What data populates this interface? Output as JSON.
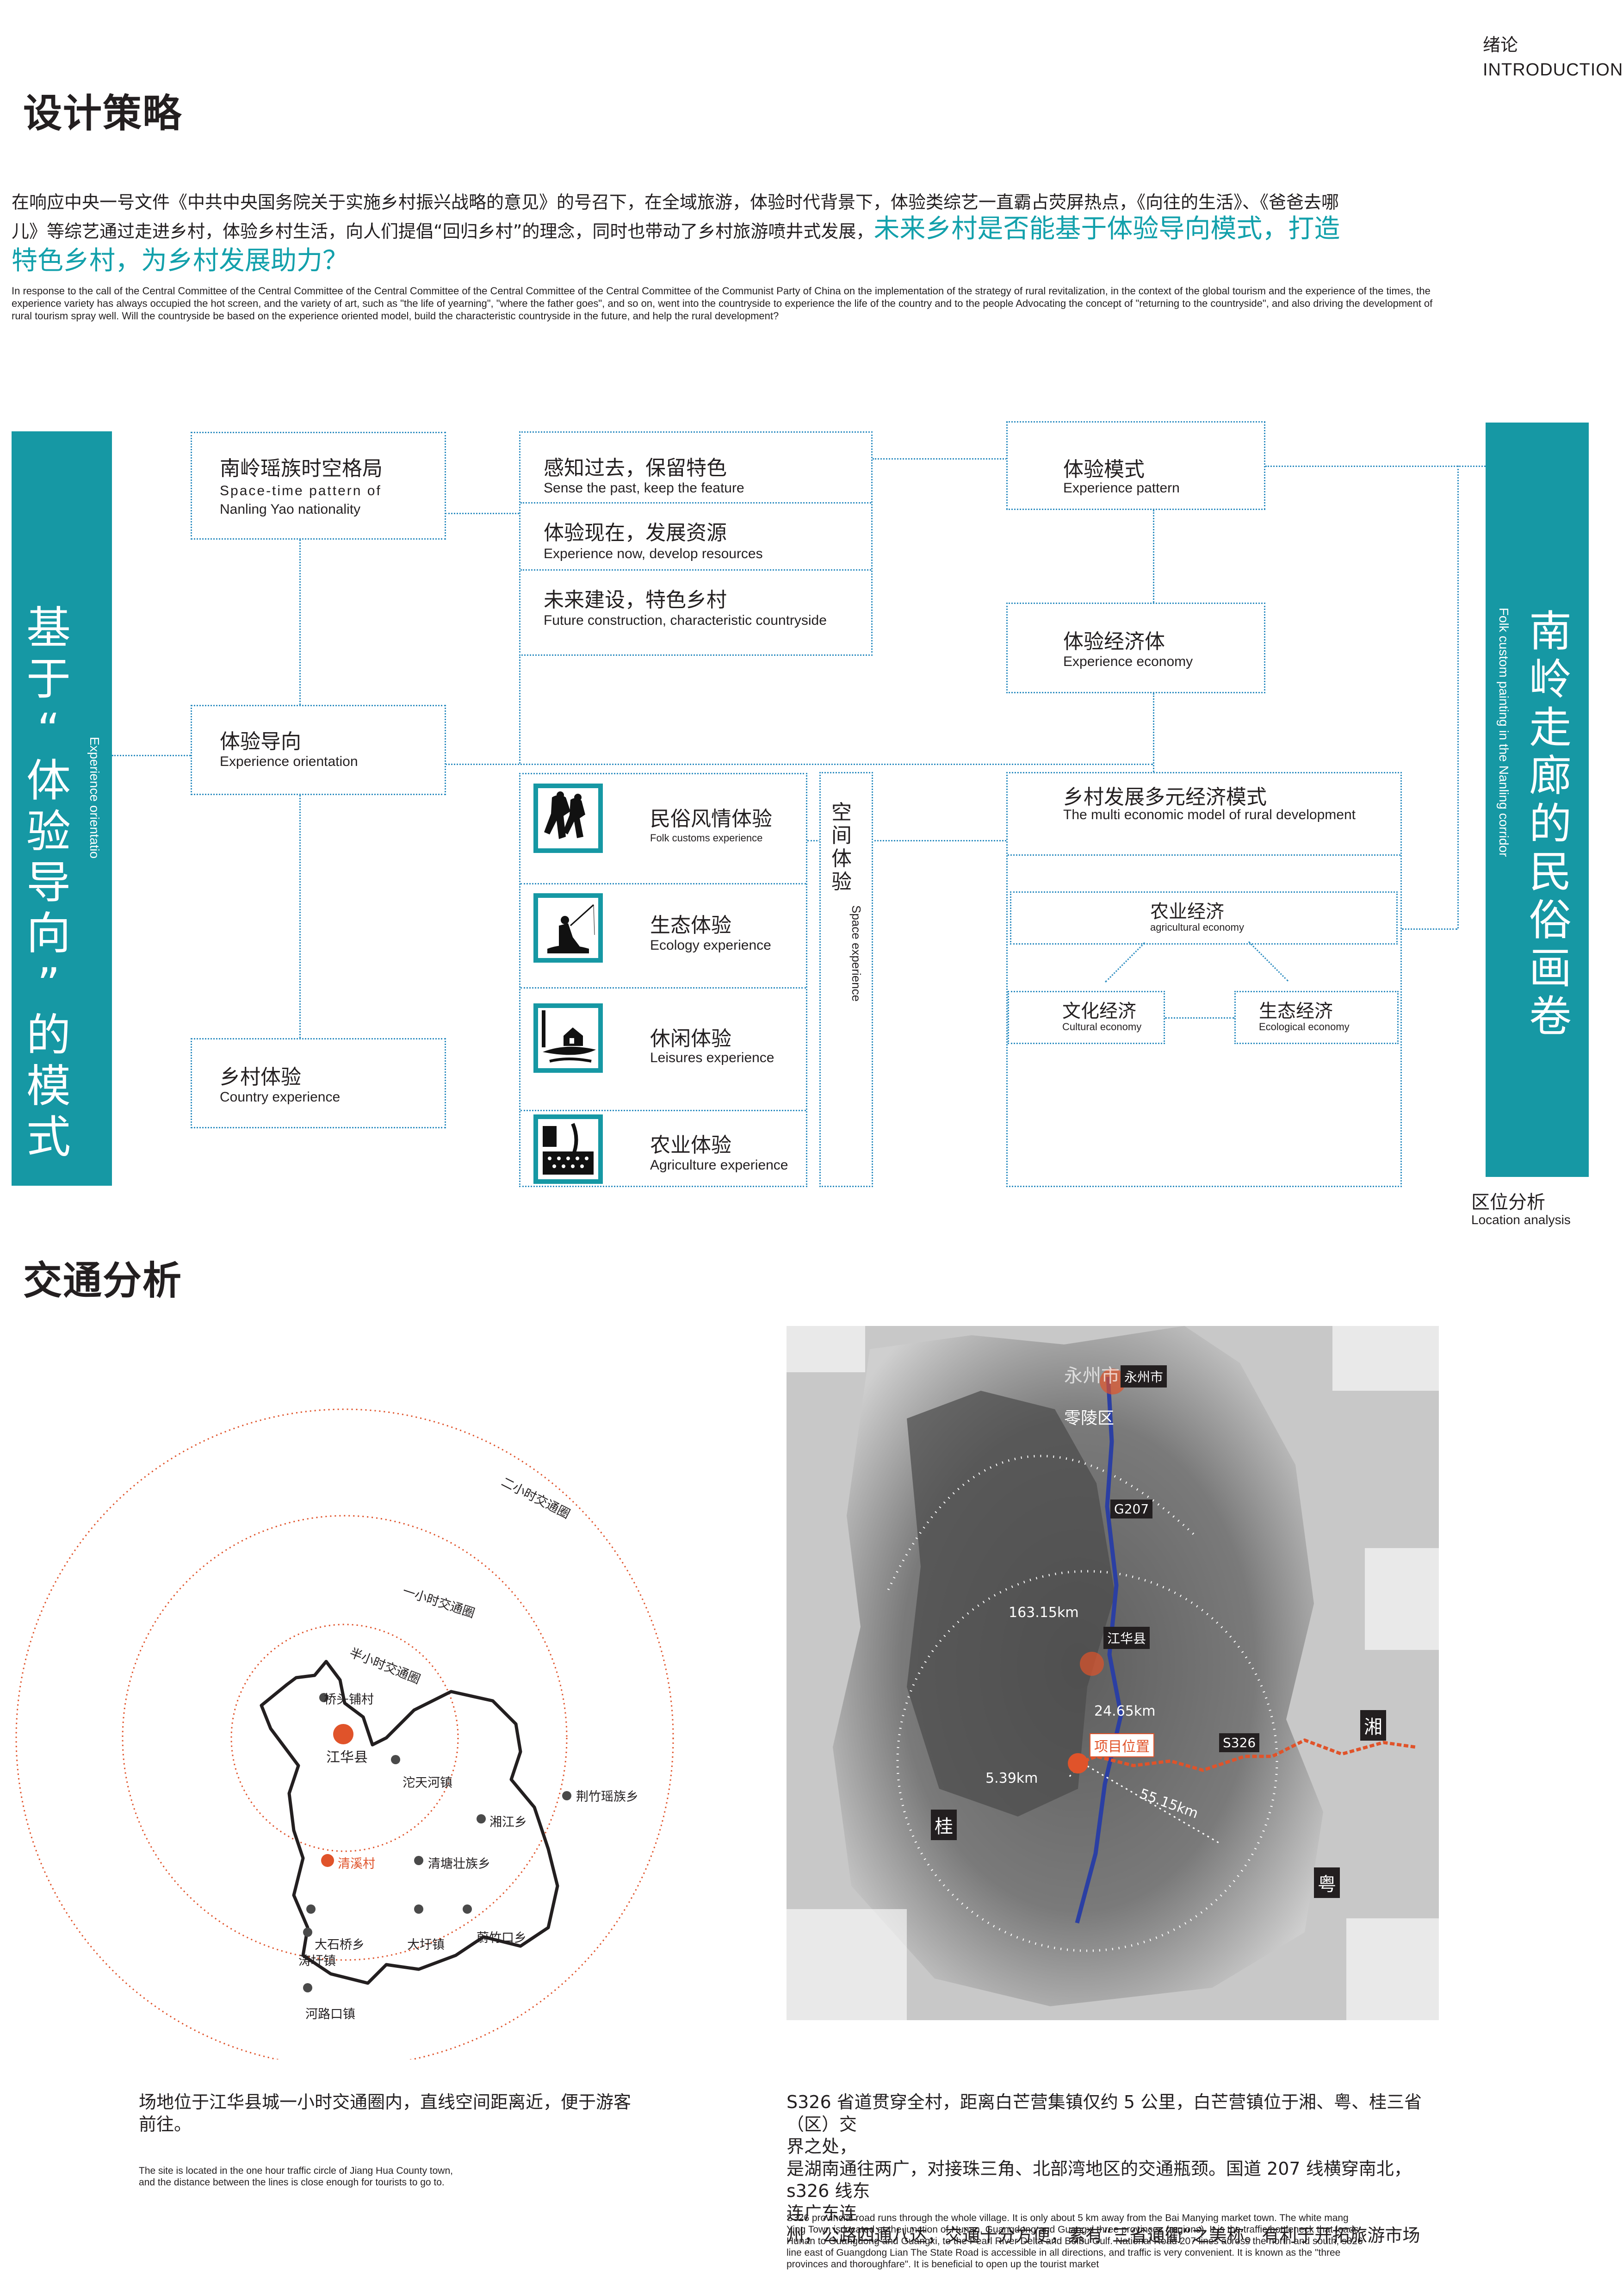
{
  "header": {
    "intro_cn": "绪论",
    "intro_en": "INTRODUCTION"
  },
  "strategy": {
    "title": "设计策略",
    "para_cn_1": "在响应中央一号文件《中共中央国务院关于实施乡村振兴战略的意见》的号召下，在全域旅游，体验时代背景下，体验类综艺一直霸占荧屏热点，《向往的生活》、《爸爸去哪",
    "para_cn_2": "儿》等综艺通过走进乡村，体验乡村生活，向人们提倡“回归乡村”的理念，同时也带动了乡村旅游喷井式发展，",
    "para_cn_hl": "未来乡村是否能基于体验导向模式，打造",
    "para_cn_hl2": "特色乡村，为乡村发展助力？",
    "para_en": "In response to the call of the Central Committee of the Central Committee of the Central Committee of the Central Committee of the Central Committee of the Communist Party of China on the implementation of the strategy of rural revitalization, in the context of the global tourism and the experience of the times, the experience variety has always occupied the hot screen, and the variety of art, such as \"the life of yearning\", \"where the father goes\", and so on, went into the countryside to experience the life of the country and to the people Advocating the concept of \"returning to the countryside\", and also driving the development of rural tourism spray well. Will the countryside be based on the experience oriented model, build the characteristic countryside in the future, and help the rural development?"
  },
  "diagram": {
    "left_bar_cn": [
      "基",
      "于",
      "“",
      "体",
      "验",
      "导",
      "向",
      "”",
      "的",
      "模",
      "式"
    ],
    "left_bar_en": "Experience orientatio",
    "right_bar_cn": [
      "南",
      "岭",
      "走",
      "廊",
      "的",
      "民",
      "俗",
      "画",
      "卷"
    ],
    "right_bar_en": "Folk custom painting in the Nanling corridor",
    "nanling": {
      "cn": "南岭瑶族时空格局",
      "en1": "Space-time pattern of",
      "en2": "Nanling Yao nationality"
    },
    "orientation": {
      "cn": "体验导向",
      "en": "Experience orientation"
    },
    "country": {
      "cn": "乡村体验",
      "en": "Country experience"
    },
    "past": {
      "cn": "感知过去，保留特色",
      "en": "Sense the past, keep the feature"
    },
    "now": {
      "cn": "体验现在，发展资源",
      "en": "Experience now, develop resources"
    },
    "future": {
      "cn": "未来建设，特色乡村",
      "en": "Future construction, characteristic countryside"
    },
    "folk": {
      "cn": "民俗风情体验",
      "en": "Folk customs experience"
    },
    "ecology": {
      "cn": "生态体验",
      "en": "Ecology experience"
    },
    "leisure": {
      "cn": "休闲体验",
      "en": "Leisures experience"
    },
    "agri": {
      "cn": "农业体验",
      "en": "Agriculture experience"
    },
    "space": {
      "cn": "空间体验",
      "en": "Space experience"
    },
    "pattern": {
      "cn": "体验模式",
      "en": "Experience pattern"
    },
    "economy": {
      "cn": "体验经济体",
      "en": "Experience economy"
    },
    "multi": {
      "cn": "乡村发展多元经济模式",
      "en": "The multi economic model of rural development"
    },
    "agri_econ": {
      "cn": "农业经济",
      "en": "agricultural economy"
    },
    "cult_econ": {
      "cn": "文化经济",
      "en": "Cultural economy"
    },
    "eco_econ": {
      "cn": "生态经济",
      "en": "Ecological economy"
    }
  },
  "location": {
    "cn": "区位分析",
    "en": "Location analysis"
  },
  "transport": {
    "title": "交通分析",
    "ring_2h": "二小时交通圈",
    "ring_1h": "一小时交通圈",
    "ring_half": "半小时交通圈",
    "places": [
      "桥头铺村",
      "江华县",
      "沱天河镇",
      "荆竹瑶族乡",
      "湘江乡",
      "清溪村",
      "清塘壮族乡",
      "大石桥乡",
      "大圩镇",
      "蔚竹口乡",
      "涛圩镇",
      "河路口镇"
    ],
    "caption_cn_1": "场地位于江华县城一小时交通圈内，直线空间距离近，便于游客",
    "caption_cn_2": "前往。",
    "caption_en_1": "The site is located in the one hour traffic circle of Jiang Hua County town,",
    "caption_en_2": "and the distance between the lines is close enough for tourists to go to."
  },
  "map": {
    "yongzhou_faint": "永州市",
    "yongzhou": "永州市",
    "lingling": "零陵区",
    "g207": "G207",
    "dist1": "163.15km",
    "jianghua": "江华县",
    "dist2": "24.65km",
    "project": "项目位置",
    "dist3": "5.39km",
    "dist4": "55.15km",
    "s326": "S326",
    "xiang": "湘",
    "gui": "桂",
    "yue": "粤",
    "caption_cn_1": "S326 省道贯穿全村，距离白芒营集镇仅约 5 公里，白芒营镇位于湘、粤、桂三省（区）交",
    "caption_cn_2": "界之处，",
    "caption_cn_3": "是湖南通往两广，对接珠三角、北部湾地区的交通瓶颈。国道 207 线横穿南北，s326 线东",
    "caption_cn_4": "连广东连",
    "caption_cn_5": "州，公路四通八达，交通十分方便，素有“三省通衢”之美称。有利于开拓旅游市场",
    "caption_en": "S326 provincial road runs through the whole village. It is only about 5 km away from the Bai Manying market town. The white mang Ying Town is located at the junction of Hunan, Guangdong and Guangxi three provinces (regions). It is the traffic bottleneck that leads Hunan to Guangdong and Guangxi, to the Pearl River Delta and Beibu Gulf. National Road 207 lines across the north and south, s326 line east of Guangdong Lian The State Road is accessible in all directions, and traffic is very convenient. It is known as the \"three provinces and thoroughfare\". It is beneficial to open up the tourist market"
  },
  "colors": {
    "teal": "#1698a4",
    "hl": "#12a0ab",
    "dot": "#2f8ec1",
    "red": "#e0532a"
  }
}
